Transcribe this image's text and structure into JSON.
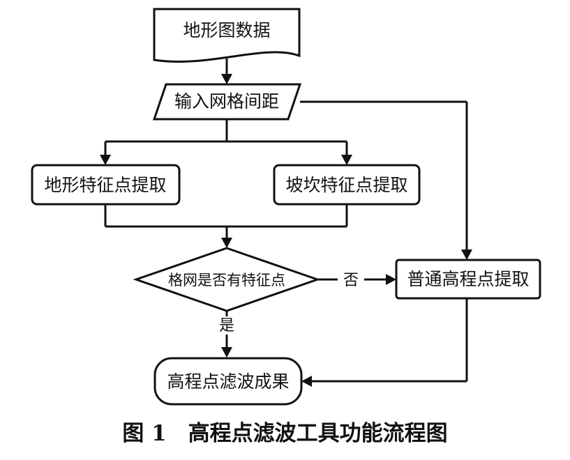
{
  "nodes": {
    "start": "地形图数据",
    "input": "输入网格间距",
    "extract_terrain": "地形特征点提取",
    "extract_slope": "坡坎特征点提取",
    "decision": "格网是否有特征点",
    "normal_extract": "普通高程点提取",
    "result": "高程点滤波成果"
  },
  "edges": {
    "no_label": "否",
    "yes_label": "是"
  },
  "caption": "图 1　高程点滤波工具功能流程图"
}
